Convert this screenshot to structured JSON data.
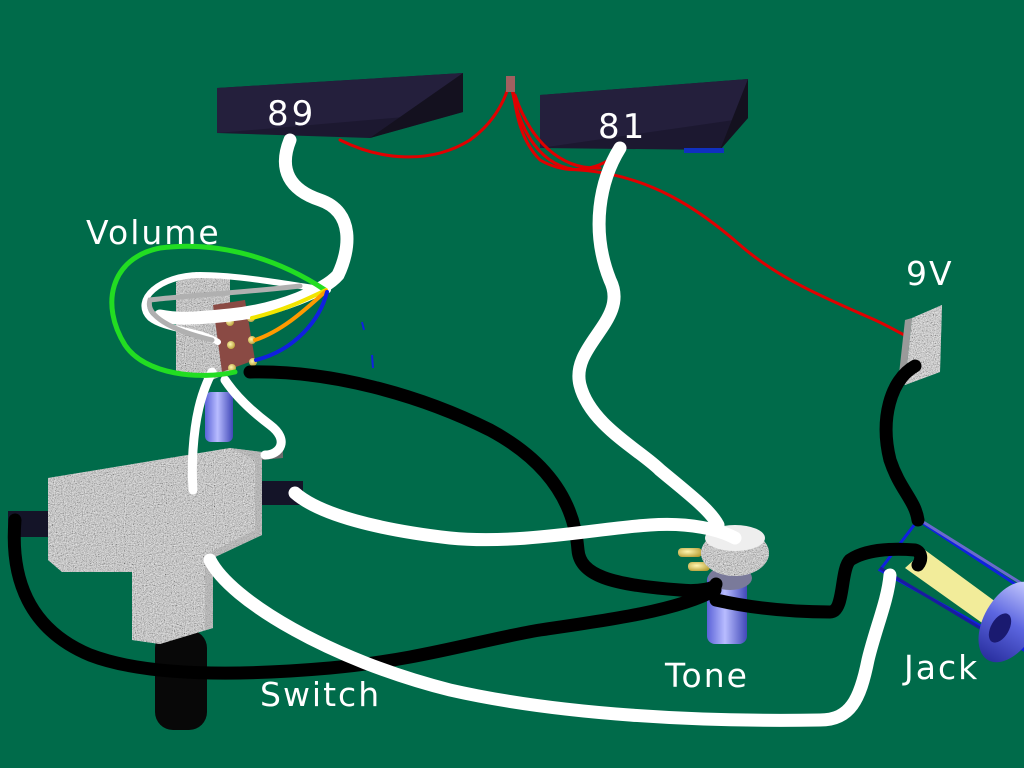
{
  "diagram": {
    "background_color": "#006b4a",
    "labels": {
      "pickup_neck": "89",
      "pickup_bridge": "81",
      "volume": "Volume",
      "battery": "9V",
      "switch": "Switch",
      "tone": "Tone",
      "jack": "Jack"
    },
    "wire_colors": {
      "white": "#ffffff",
      "black": "#000000",
      "red": "#e00000",
      "green": "#22dd22",
      "yellow": "#f2e600",
      "orange": "#ff9a00",
      "blue": "#1020e0",
      "gray": "#b0b0b0"
    }
  }
}
